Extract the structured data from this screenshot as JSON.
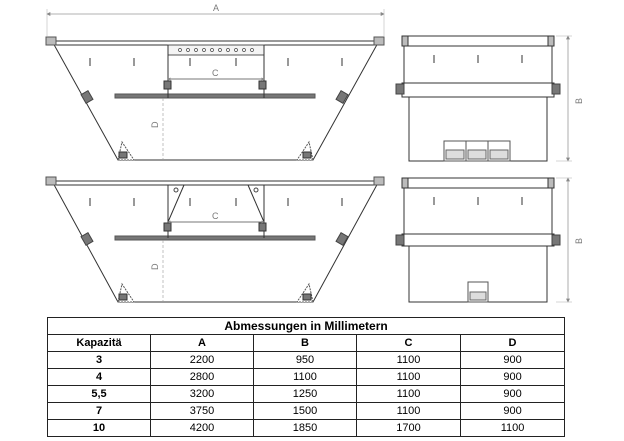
{
  "drawing": {
    "dimension_labels": {
      "a": "A",
      "b": "B",
      "c": "C",
      "d": "D"
    }
  },
  "table": {
    "title": "Abmessungen in Millimetern",
    "headers": [
      "Kapazitä",
      "A",
      "B",
      "C",
      "D"
    ],
    "rows": [
      [
        "3",
        "2200",
        "950",
        "1100",
        "900"
      ],
      [
        "4",
        "2800",
        "1100",
        "1100",
        "900"
      ],
      [
        "5,5",
        "3200",
        "1250",
        "1100",
        "900"
      ],
      [
        "7",
        "3750",
        "1500",
        "1100",
        "900"
      ],
      [
        "10",
        "4200",
        "1850",
        "1700",
        "1100"
      ]
    ]
  }
}
